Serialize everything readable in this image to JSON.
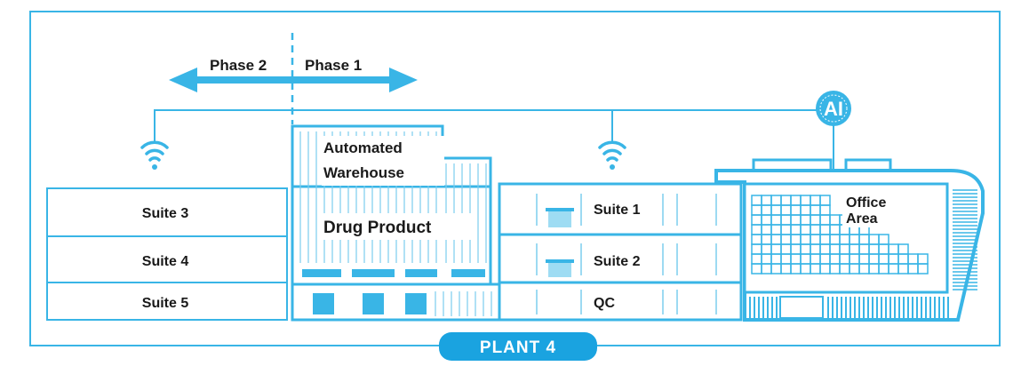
{
  "phases": {
    "left": "Phase 2",
    "right": "Phase 1"
  },
  "left_building": {
    "suites": [
      "Suite 3",
      "Suite 4",
      "Suite 5"
    ]
  },
  "center_building": {
    "warehouse_line1": "Automated",
    "warehouse_line2": "Warehouse",
    "product": "Drug Product"
  },
  "right_building": {
    "suites": [
      "Suite 1",
      "Suite 2"
    ],
    "qc": "QC"
  },
  "office": {
    "line1": "Office",
    "line2": "Area"
  },
  "ai_badge": "AI",
  "plant_label": "PLANT 4",
  "colors": {
    "accent": "#39b5e6",
    "light": "#d4eef9",
    "fill": "#5ec4ea",
    "badge": "#1aa3e0"
  },
  "icons": [
    "wifi-icon",
    "wifi-icon",
    "ai-icon",
    "double-arrow-icon"
  ]
}
